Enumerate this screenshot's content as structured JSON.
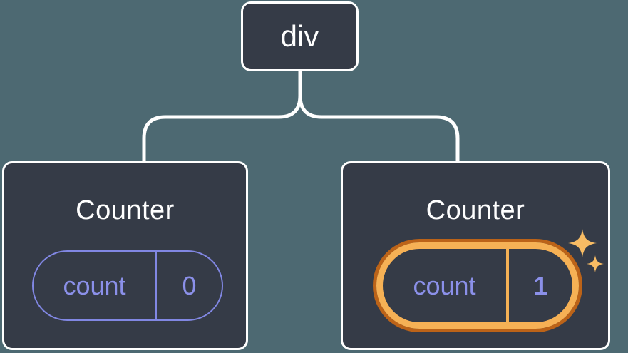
{
  "diagram": {
    "description": "React component tree: a div root with two Counter children; the second Counter's state pill is highlighted",
    "root_node": {
      "label": "div"
    },
    "children": [
      {
        "title": "Counter",
        "state": {
          "key": "count",
          "value": "0"
        },
        "highlighted": false
      },
      {
        "title": "Counter",
        "state": {
          "key": "count",
          "value": "1"
        },
        "highlighted": true
      }
    ]
  },
  "icons": {
    "sparkle_large": "sparkle-icon",
    "sparkle_small": "sparkle-icon"
  },
  "colors": {
    "background": "#4d6972",
    "card_fill": "#353b47",
    "card_border": "#ffffff",
    "connector": "#ffffff",
    "state_text_purple": "#8b90e9",
    "pill_border_purple": "#8187e3",
    "highlight_amber": "#f6b155",
    "highlight_dark_orange": "#bc6318",
    "sparkle": "#f8bc64"
  }
}
